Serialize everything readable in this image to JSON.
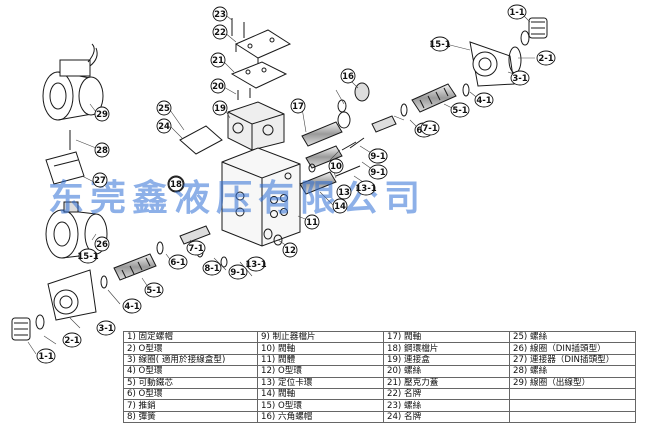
{
  "watermark": "东莞鑫液压有限公司",
  "callouts": [
    "23",
    "22",
    "21",
    "20",
    "19",
    "25",
    "24",
    "18",
    "17",
    "16",
    "15-1",
    "1-1",
    "2-1",
    "3-1",
    "4-1",
    "5-1",
    "6-1",
    "7-1",
    "8-1",
    "9-1",
    "10",
    "11",
    "12",
    "13",
    "14",
    "9-1",
    "8-1",
    "7-1",
    "6-1",
    "5-1",
    "4-1",
    "3-1",
    "2-1",
    "1-1",
    "15-1",
    "13-1",
    "13-1",
    "9-1",
    "26",
    "27",
    "28",
    "29"
  ],
  "parts_table": [
    [
      "1) 固定螺帽",
      "9) 制止器檔片",
      "17) 閥軸",
      "25) 螺絲"
    ],
    [
      "2) O型環",
      "10) 閥軸",
      "18) 鋼環檔片",
      "26) 線圈（DIN插頭型）"
    ],
    [
      "3) 線圈( 適用於接線盒型)",
      "11) 閥體",
      "19) 連接盒",
      "27) 連接器（DIN插頭型）"
    ],
    [
      "4) O型環",
      "12) O型環",
      "20) 螺絲",
      "28) 螺絲"
    ],
    [
      "5) 可動鐵芯",
      "13) 定位卡環",
      "21) 壓克力蓋",
      "29) 線圈（出線型）"
    ],
    [
      "6) O型環",
      "14) 閥軸",
      "22) 名牌",
      ""
    ],
    [
      "7) 推銷",
      "15) O型環",
      "23) 螺絲",
      ""
    ],
    [
      "8) 彈簧",
      "16) 六角螺帽",
      "24) 名牌",
      ""
    ]
  ]
}
